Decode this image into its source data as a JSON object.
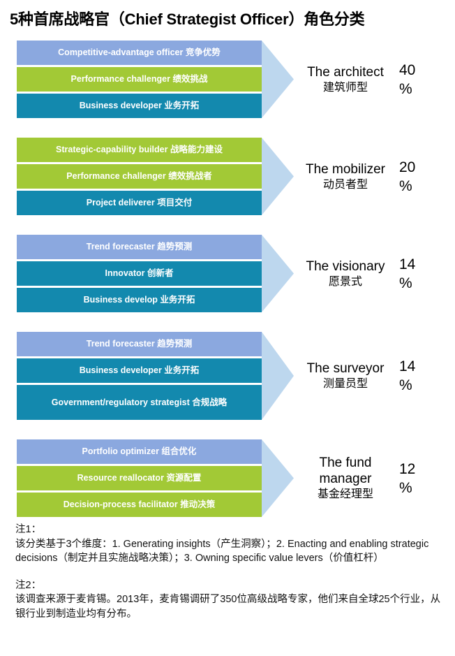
{
  "title": "5种首席战略官（Chief Strategist Officer）角色分类",
  "colors": {
    "blue": "#8BA8DF",
    "green": "#A2C936",
    "teal": "#1389AE",
    "arrow": "#BDD7EE",
    "text": "#000000",
    "background": "#FFFFFF"
  },
  "chart_data": {
    "type": "bar",
    "title": "5种首席战略官（Chief Strategist Officer）角色分类",
    "xlabel": "",
    "ylabel": "",
    "legend": [],
    "categories": [
      "The architect 建筑师型",
      "The mobilizer 动员者型",
      "The visionary 愿景式",
      "The surveyor 测量员型",
      "The fund manager 基金经理型"
    ],
    "values": [
      40,
      20,
      14,
      14,
      12
    ],
    "unit": "%",
    "groups": [
      {
        "role_en": "The architect",
        "role_cn": "建筑师型",
        "percent": "40",
        "percent_value": 40,
        "percent_sign": "%",
        "bars": [
          {
            "label": "Competitive-advantage officer 竞争优势",
            "color": "blue",
            "lines": 1
          },
          {
            "label": "Performance challenger 绩效挑战",
            "color": "green",
            "lines": 1
          },
          {
            "label": "Business developer 业务开拓",
            "color": "teal",
            "lines": 1
          }
        ]
      },
      {
        "role_en": "The mobilizer",
        "role_cn": "动员者型",
        "percent": "20",
        "percent_value": 20,
        "percent_sign": "%",
        "bars": [
          {
            "label": "Strategic-capability builder 战略能力建设",
            "color": "green",
            "lines": 1
          },
          {
            "label": "Performance challenger 绩效挑战者",
            "color": "green",
            "lines": 1
          },
          {
            "label": "Project deliverer 项目交付",
            "color": "teal",
            "lines": 1
          }
        ]
      },
      {
        "role_en": "The visionary",
        "role_cn": "愿景式",
        "percent": "14",
        "percent_value": 14,
        "percent_sign": "%",
        "bars": [
          {
            "label": "Trend forecaster 趋势预测",
            "color": "blue",
            "lines": 1
          },
          {
            "label": "Innovator 创新者",
            "color": "teal",
            "lines": 1
          },
          {
            "label": "Business develop 业务开拓",
            "color": "teal",
            "lines": 1
          }
        ]
      },
      {
        "role_en": "The surveyor",
        "role_cn": "测量员型",
        "percent": "14",
        "percent_value": 14,
        "percent_sign": "%",
        "bars": [
          {
            "label": "Trend forecaster 趋势预测",
            "color": "blue",
            "lines": 1
          },
          {
            "label": "Business developer 业务开拓",
            "color": "teal",
            "lines": 1
          },
          {
            "label": "Government/regulatory strategist 合规战略",
            "color": "teal",
            "lines": 2
          }
        ]
      },
      {
        "role_en": "The fund manager",
        "role_cn": "基金经理型",
        "percent": "12",
        "percent_value": 12,
        "percent_sign": "%",
        "bars": [
          {
            "label": "Portfolio optimizer 组合优化",
            "color": "blue",
            "lines": 1
          },
          {
            "label": "Resource reallocator 资源配置",
            "color": "green",
            "lines": 1
          },
          {
            "label": "Decision-process facilitator 推动决策",
            "color": "green",
            "lines": 1
          }
        ]
      }
    ]
  },
  "notes": [
    {
      "label": "注1：",
      "body": "该分类基于3个维度：1. Generating insights（产生洞察）；2. Enacting and enabling strategic decisions（制定并且实施战略决策）；3. Owning specific value levers（价值杠杆）"
    },
    {
      "label": "注2：",
      "body": "该调查来源于麦肯锡。2013年，麦肯锡调研了350位高级战略专家，他们来自全球25个行业，从银行业到制造业均有分布。"
    }
  ]
}
